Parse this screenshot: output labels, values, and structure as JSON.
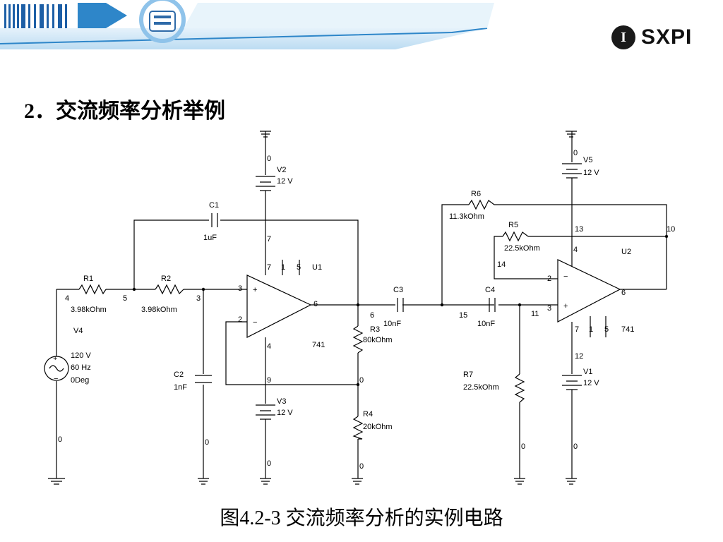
{
  "header": {
    "logo_text": "SXPI",
    "colors": {
      "accent": "#5aa8e0",
      "band": "#cfe6f6"
    }
  },
  "section_title": "2．交流频率分析举例",
  "caption": "图4.2-3  交流频率分析的实例电路",
  "circuit": {
    "components": {
      "r1": {
        "name": "R1",
        "value": "3.98kOhm"
      },
      "r2": {
        "name": "R2",
        "value": "3.98kOhm"
      },
      "r3": {
        "name": "R3",
        "value": "80kOhm"
      },
      "r4": {
        "name": "R4",
        "value": "20kOhm"
      },
      "r5": {
        "name": "R5",
        "value": "22.5kOhm"
      },
      "r6": {
        "name": "R6",
        "value": "11.3kOhm"
      },
      "r7": {
        "name": "R7",
        "value": "22.5kOhm"
      },
      "c1": {
        "name": "C1",
        "value": "1uF"
      },
      "c2": {
        "name": "C2",
        "value": "1nF"
      },
      "c3": {
        "name": "C3",
        "value": "10nF"
      },
      "c4": {
        "name": "C4",
        "value": "10nF"
      },
      "v1": {
        "name": "V1",
        "value": "12 V"
      },
      "v2": {
        "name": "V2",
        "value": "12 V"
      },
      "v3": {
        "name": "V3",
        "value": "12 V"
      },
      "v5": {
        "name": "V5",
        "value": "12 V"
      },
      "v4": {
        "name": "V4",
        "amp": "120 V",
        "freq": "60 Hz",
        "phase": "0Deg"
      },
      "u1": {
        "name": "U1",
        "model": "741"
      },
      "u2": {
        "name": "U2",
        "model": "741"
      }
    },
    "nodes": {
      "n0": "0",
      "n2": "2",
      "n3": "3",
      "n4": "4",
      "n5": "5",
      "n6": "6",
      "n7": "7",
      "n9": "9",
      "n10": "10",
      "n11": "11",
      "n12": "12",
      "n13": "13",
      "n14": "14",
      "n15": "15",
      "p1": "1",
      "p5": "5",
      "plus": "+",
      "minus": "−"
    }
  }
}
